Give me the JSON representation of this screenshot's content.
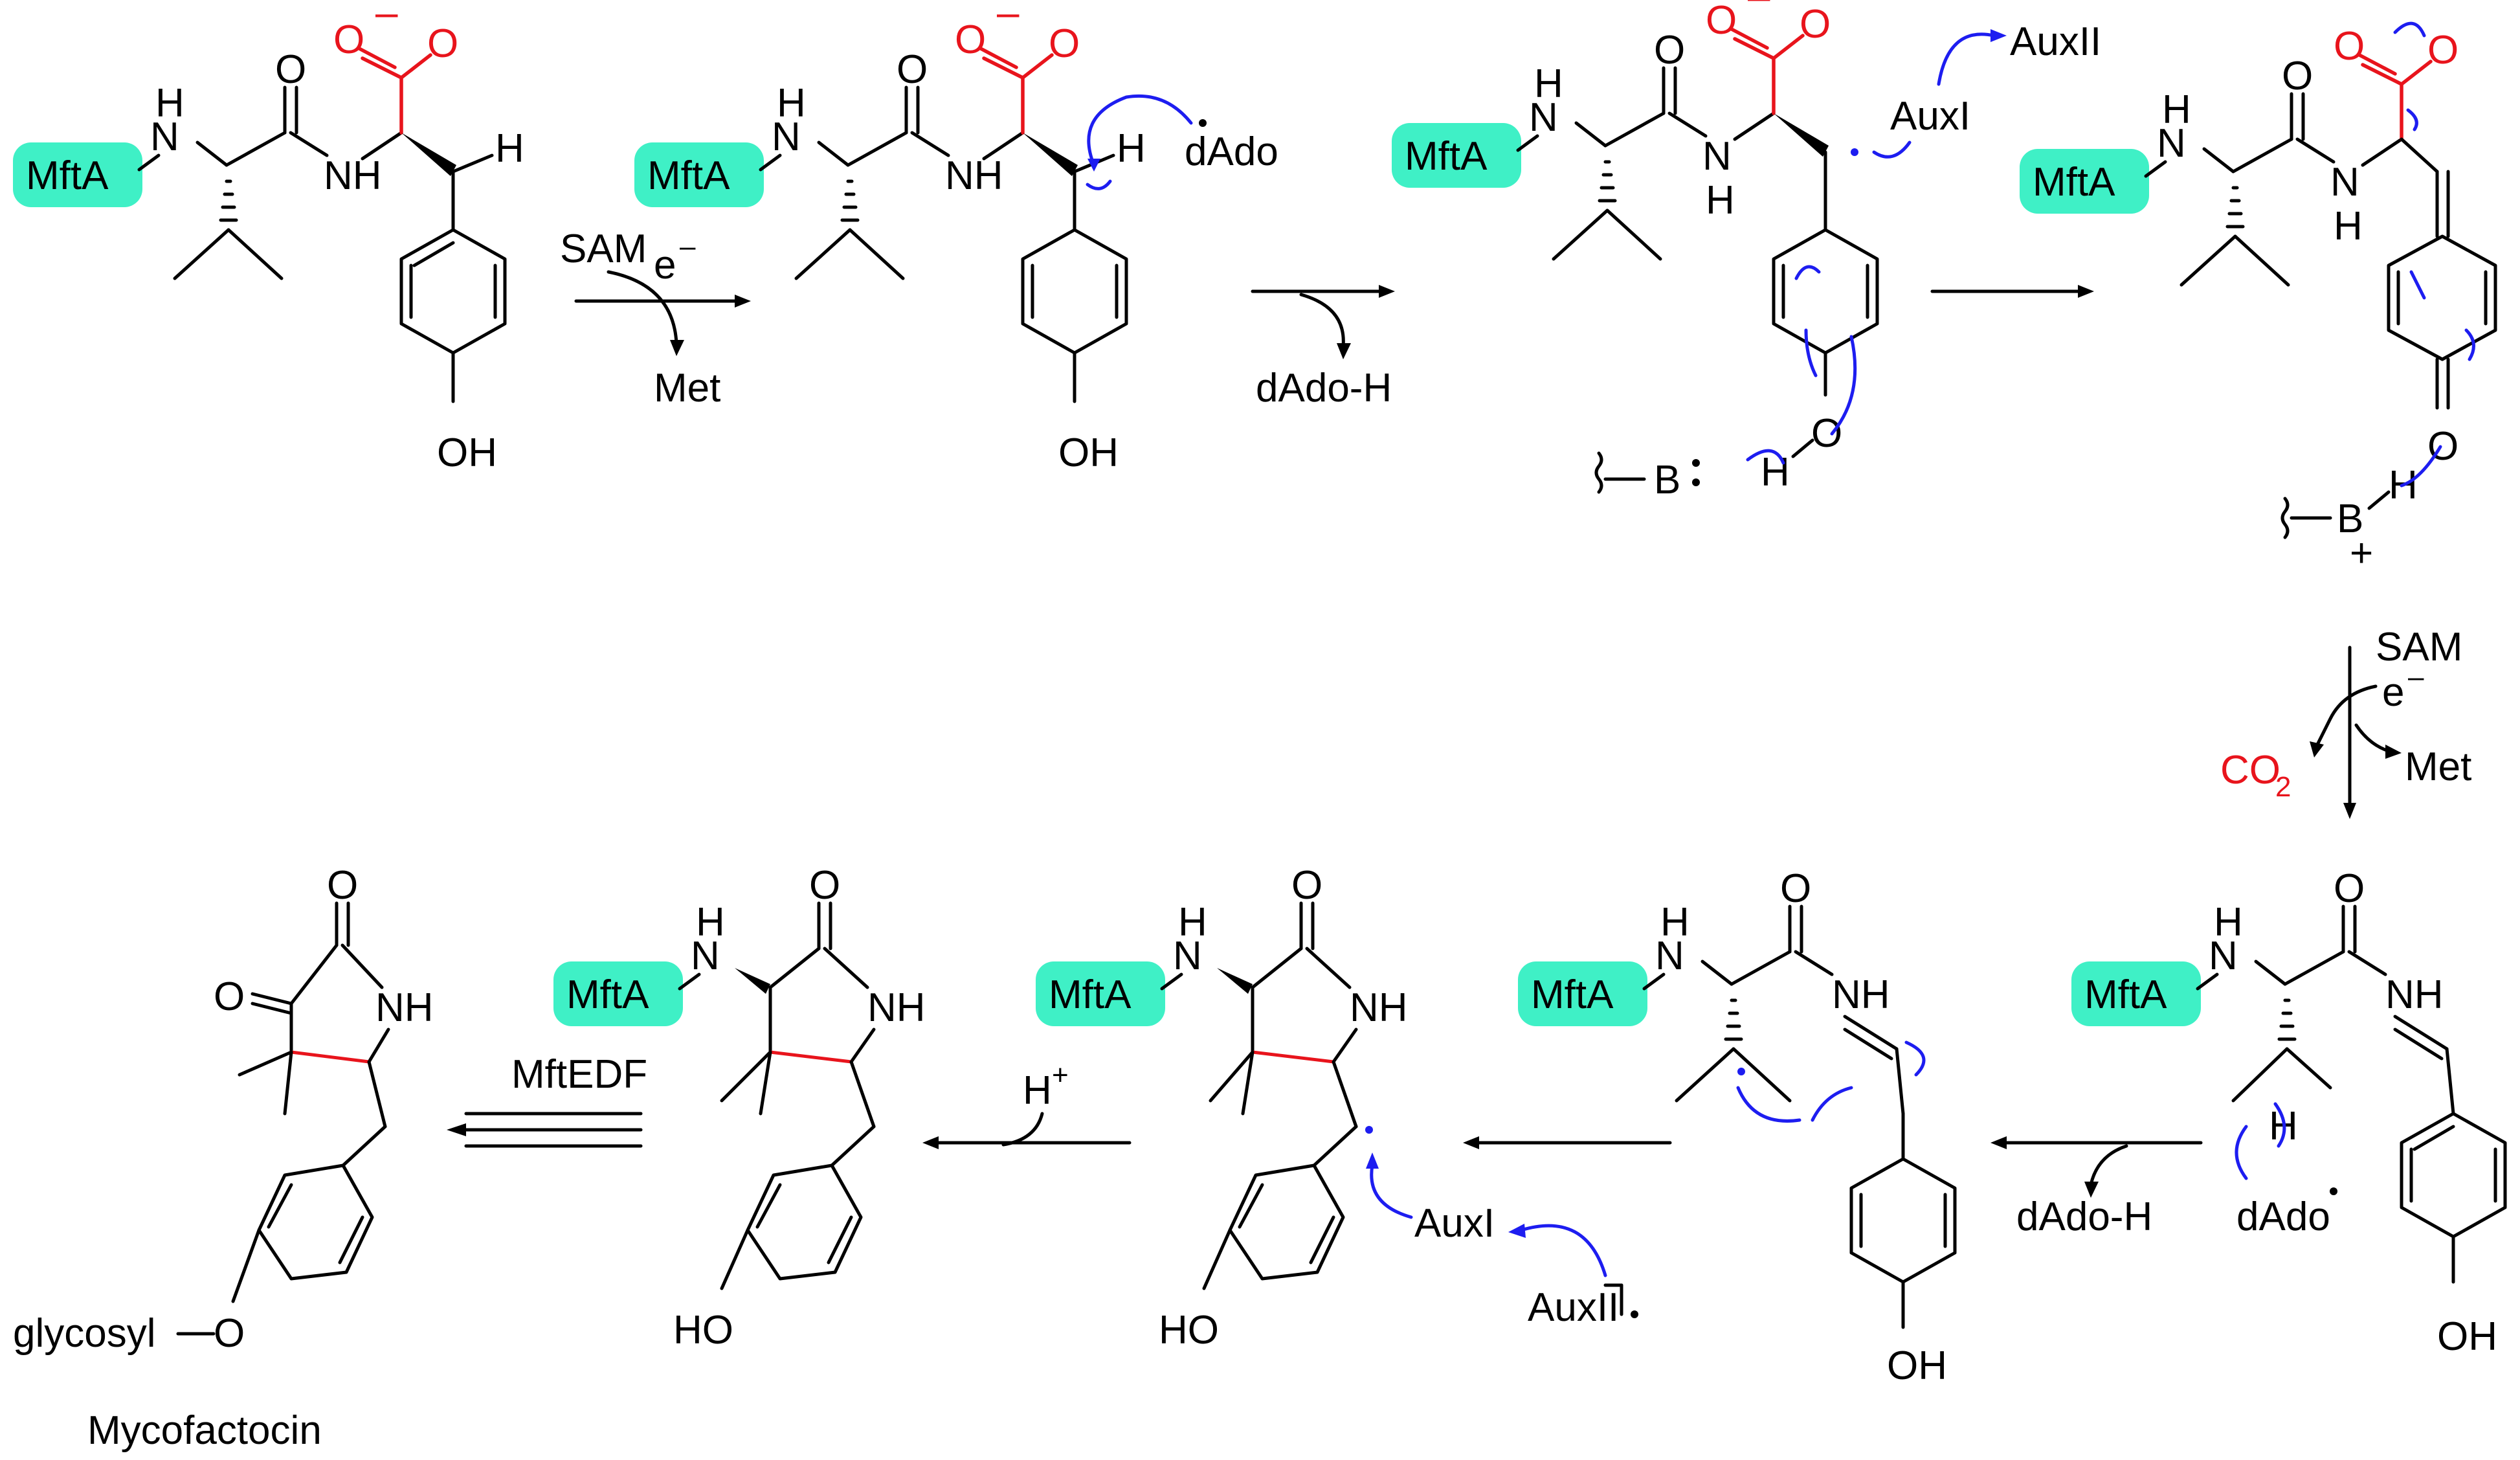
{
  "labels": {
    "mfta": "MftA",
    "nh": "NH",
    "n_h": "H",
    "n": "N",
    "o": "O",
    "oh": "OH",
    "ho": "HO",
    "h": "H",
    "minus": "–",
    "plus": "+",
    "dot": "•",
    "dado": "dAdo",
    "dado_h": "dAdo-H",
    "sam": "SAM",
    "e_minus": "e",
    "met": "Met",
    "auxi": "AuxI",
    "auxii": "AuxII",
    "b": "B",
    "co2": "CO",
    "co2_sub": "2",
    "h_plus": "H",
    "mftedf": "MftEDF",
    "glycosyl": "glycosyl",
    "mycofactocin": "Mycofactocin"
  },
  "colors": {
    "carboxylate": "#e8141c",
    "arrow_pushing": "#1d1df0",
    "mfta_tag": "#3ff0c6",
    "new_bond": "#e8141c"
  }
}
